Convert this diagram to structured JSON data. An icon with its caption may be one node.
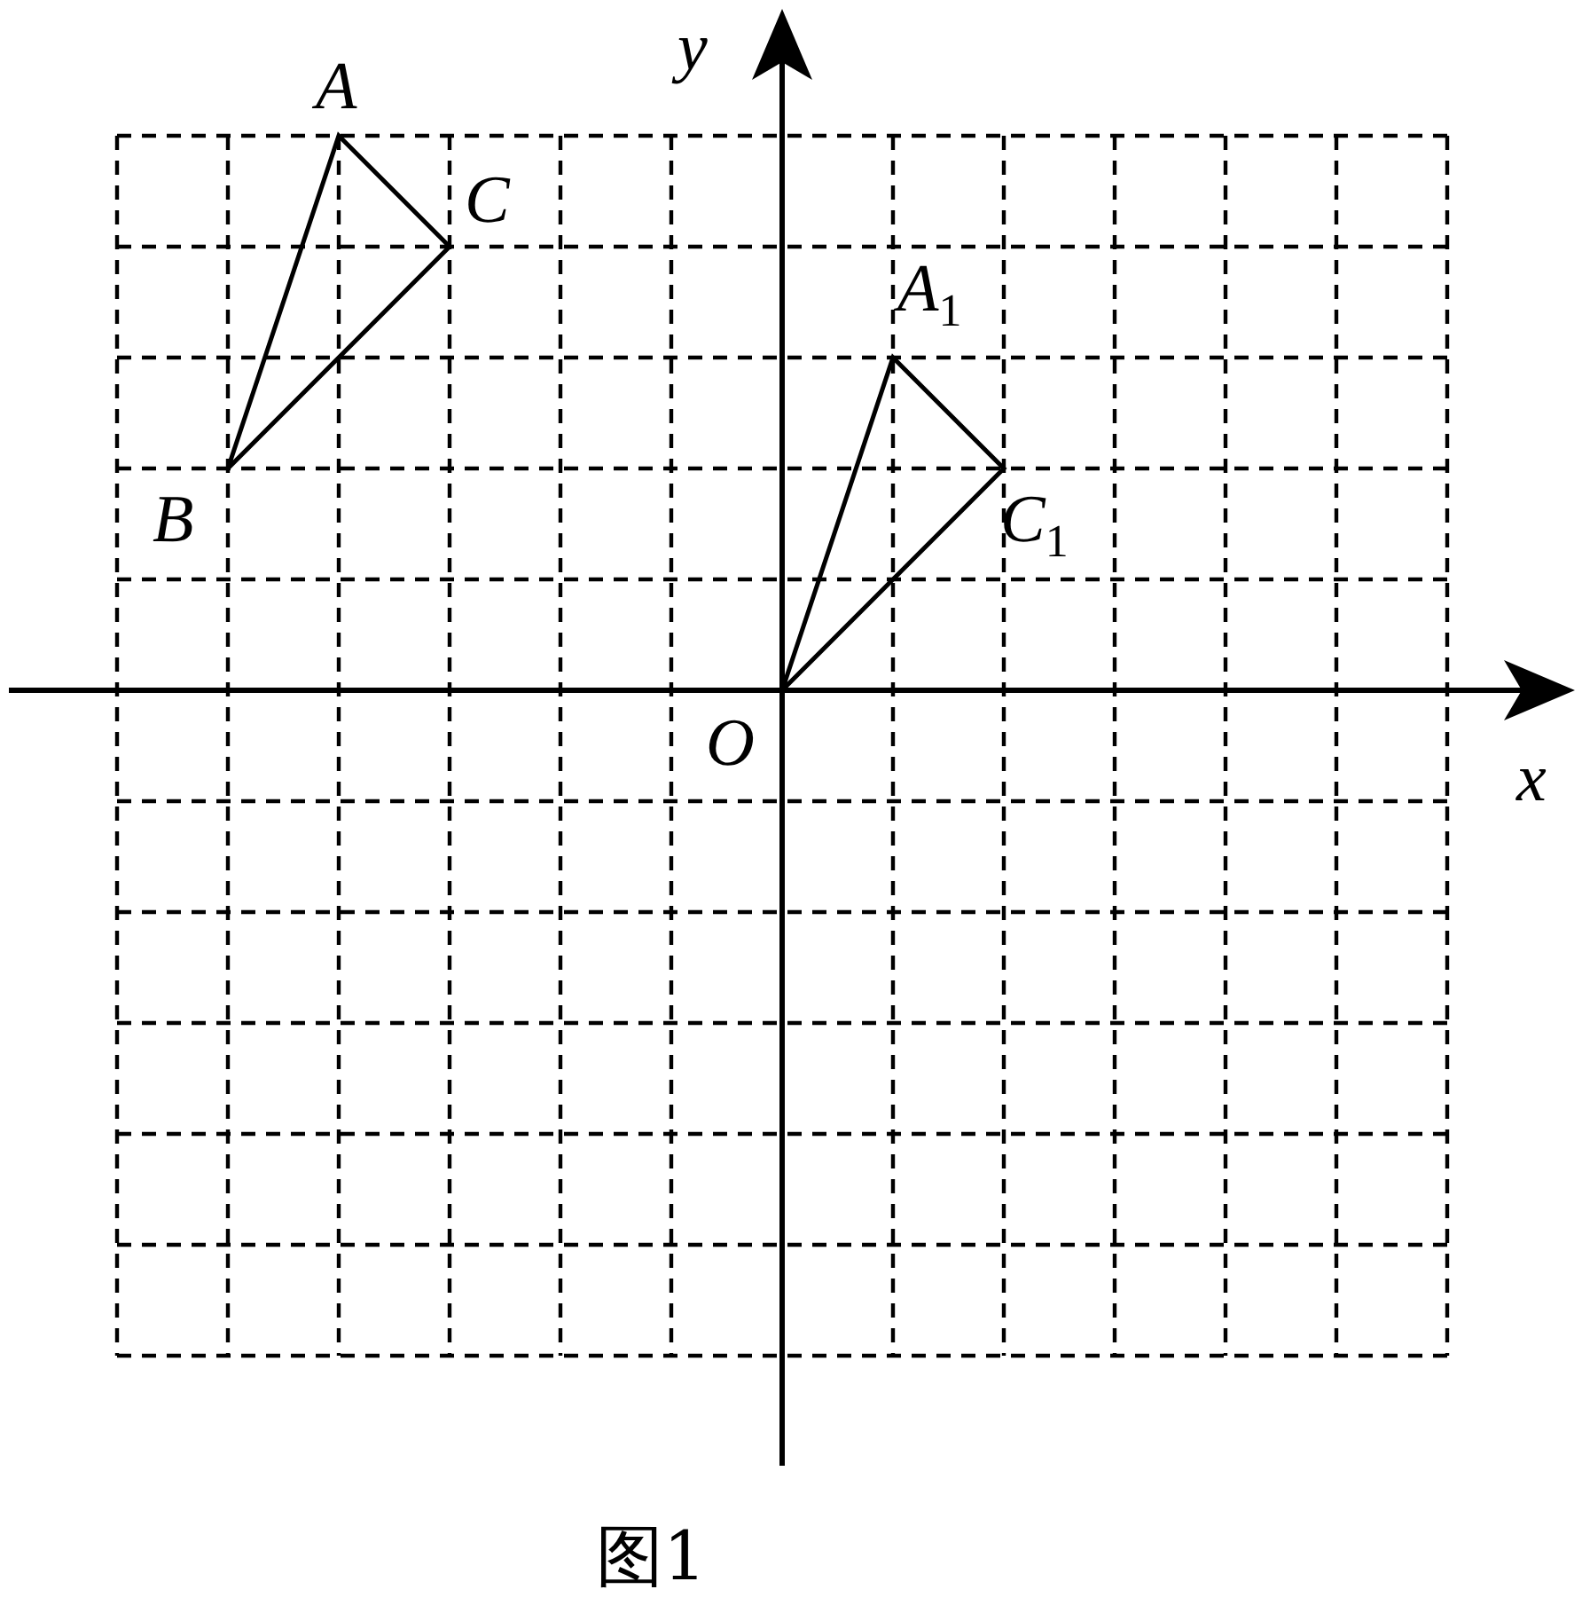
{
  "diagram": {
    "caption": "图1",
    "labels": [
      "y",
      "A",
      "C",
      "A$_{1}$",
      "B",
      "C$_{1}$",
      "O",
      "x"
    ]
  }
}
